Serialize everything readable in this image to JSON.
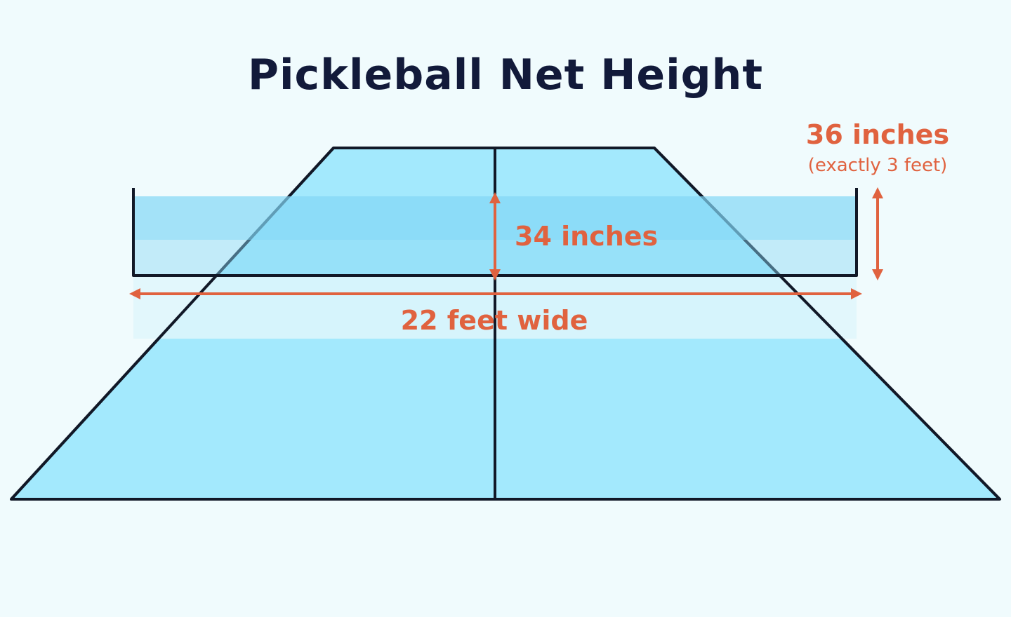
{
  "title": "Pickleball Net Height",
  "labels": {
    "center_height": "34 inches",
    "post_height": "36 inches",
    "post_height_note": "(exactly 3 feet)",
    "net_width": "22 feet wide"
  },
  "colors": {
    "background": "#f0fbfd",
    "court": "#a3e9fd",
    "net_band": "#86dcf8",
    "outline": "#111827",
    "accent": "#e0623f",
    "title": "#121a3a"
  }
}
